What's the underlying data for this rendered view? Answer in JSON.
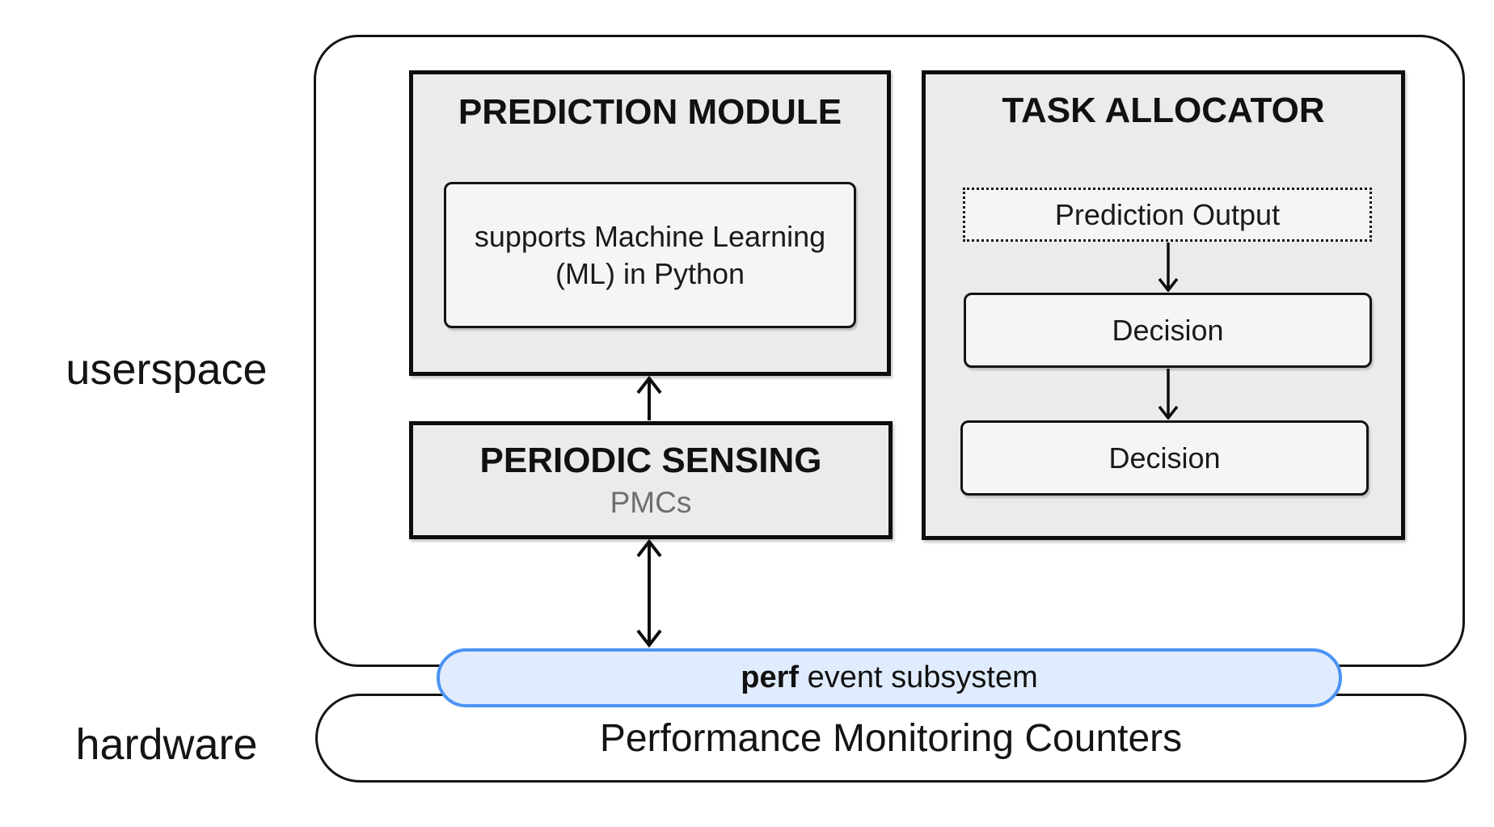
{
  "side_labels": {
    "userspace": "userspace",
    "hardware": "hardware"
  },
  "prediction_module": {
    "title": "PREDICTION MODULE",
    "inner_text": "supports Machine Learning (ML) in Python"
  },
  "periodic_sensing": {
    "title": "PERIODIC SENSING",
    "subtitle": "PMCs"
  },
  "task_allocator": {
    "title": "TASK ALLOCATOR",
    "flow": [
      {
        "label": "Prediction Output",
        "border": "dotted"
      },
      {
        "label": "Decision",
        "border": "solid"
      },
      {
        "label": "Decision",
        "border": "solid"
      }
    ]
  },
  "perf_bar": {
    "prefix_bold": "perf",
    "suffix": " event subsystem"
  },
  "hardware_bar": {
    "label": "Performance Monitoring Counters"
  },
  "colors": {
    "module_fill": "#ebebeb",
    "inner_fill": "#f5f5f5",
    "outline": "#141414",
    "perf_fill": "#e0ecfd",
    "perf_border": "#4b93f5",
    "muted_text": "#6e6e6e"
  }
}
